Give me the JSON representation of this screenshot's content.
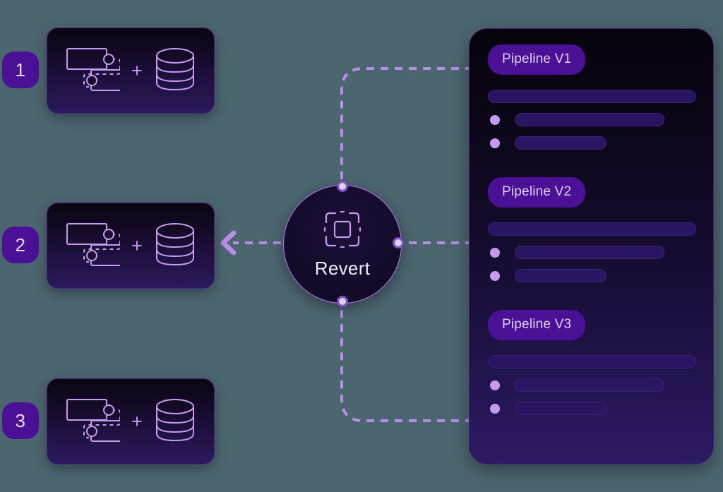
{
  "theme": {
    "background": "#4c6670",
    "accent_purple": "#4a1196",
    "line_purple": "#b98de8",
    "bullet_purple": "#c49bee",
    "bar_fill": "#2a1563",
    "text_light": "#ded2f2"
  },
  "steps": [
    {
      "number": "1",
      "icon_flow": "pipeline-flow-icon",
      "icon_plus": "+",
      "icon_db": "database-icon"
    },
    {
      "number": "2",
      "icon_flow": "pipeline-flow-icon",
      "icon_plus": "+",
      "icon_db": "database-icon"
    },
    {
      "number": "3",
      "icon_flow": "pipeline-flow-icon",
      "icon_plus": "+",
      "icon_db": "database-icon"
    }
  ],
  "revert_node": {
    "label": "Revert",
    "icon": "crop-square-icon"
  },
  "panel": {
    "pipelines": [
      {
        "label": "Pipeline V1",
        "wide_bar_width": "100%",
        "items": [
          {
            "bar_width": "72%"
          },
          {
            "bar_width": "44%"
          }
        ]
      },
      {
        "label": "Pipeline V2",
        "wide_bar_width": "100%",
        "items": [
          {
            "bar_width": "72%"
          },
          {
            "bar_width": "44%"
          }
        ]
      },
      {
        "label": "Pipeline V3",
        "wide_bar_width": "100%",
        "items": [
          {
            "bar_width": "72%"
          },
          {
            "bar_width": "44%"
          }
        ]
      }
    ]
  },
  "connectors": [
    {
      "name": "connector-v1-to-revert",
      "from": "pipeline-v1",
      "to": "revert-node-top"
    },
    {
      "name": "connector-v2-to-revert",
      "from": "pipeline-v2",
      "to": "revert-node-right"
    },
    {
      "name": "connector-v3-to-revert",
      "from": "pipeline-v3",
      "to": "revert-node-bottom"
    },
    {
      "name": "connector-revert-to-step-2",
      "from": "revert-node-left",
      "to": "step-2-card"
    }
  ]
}
